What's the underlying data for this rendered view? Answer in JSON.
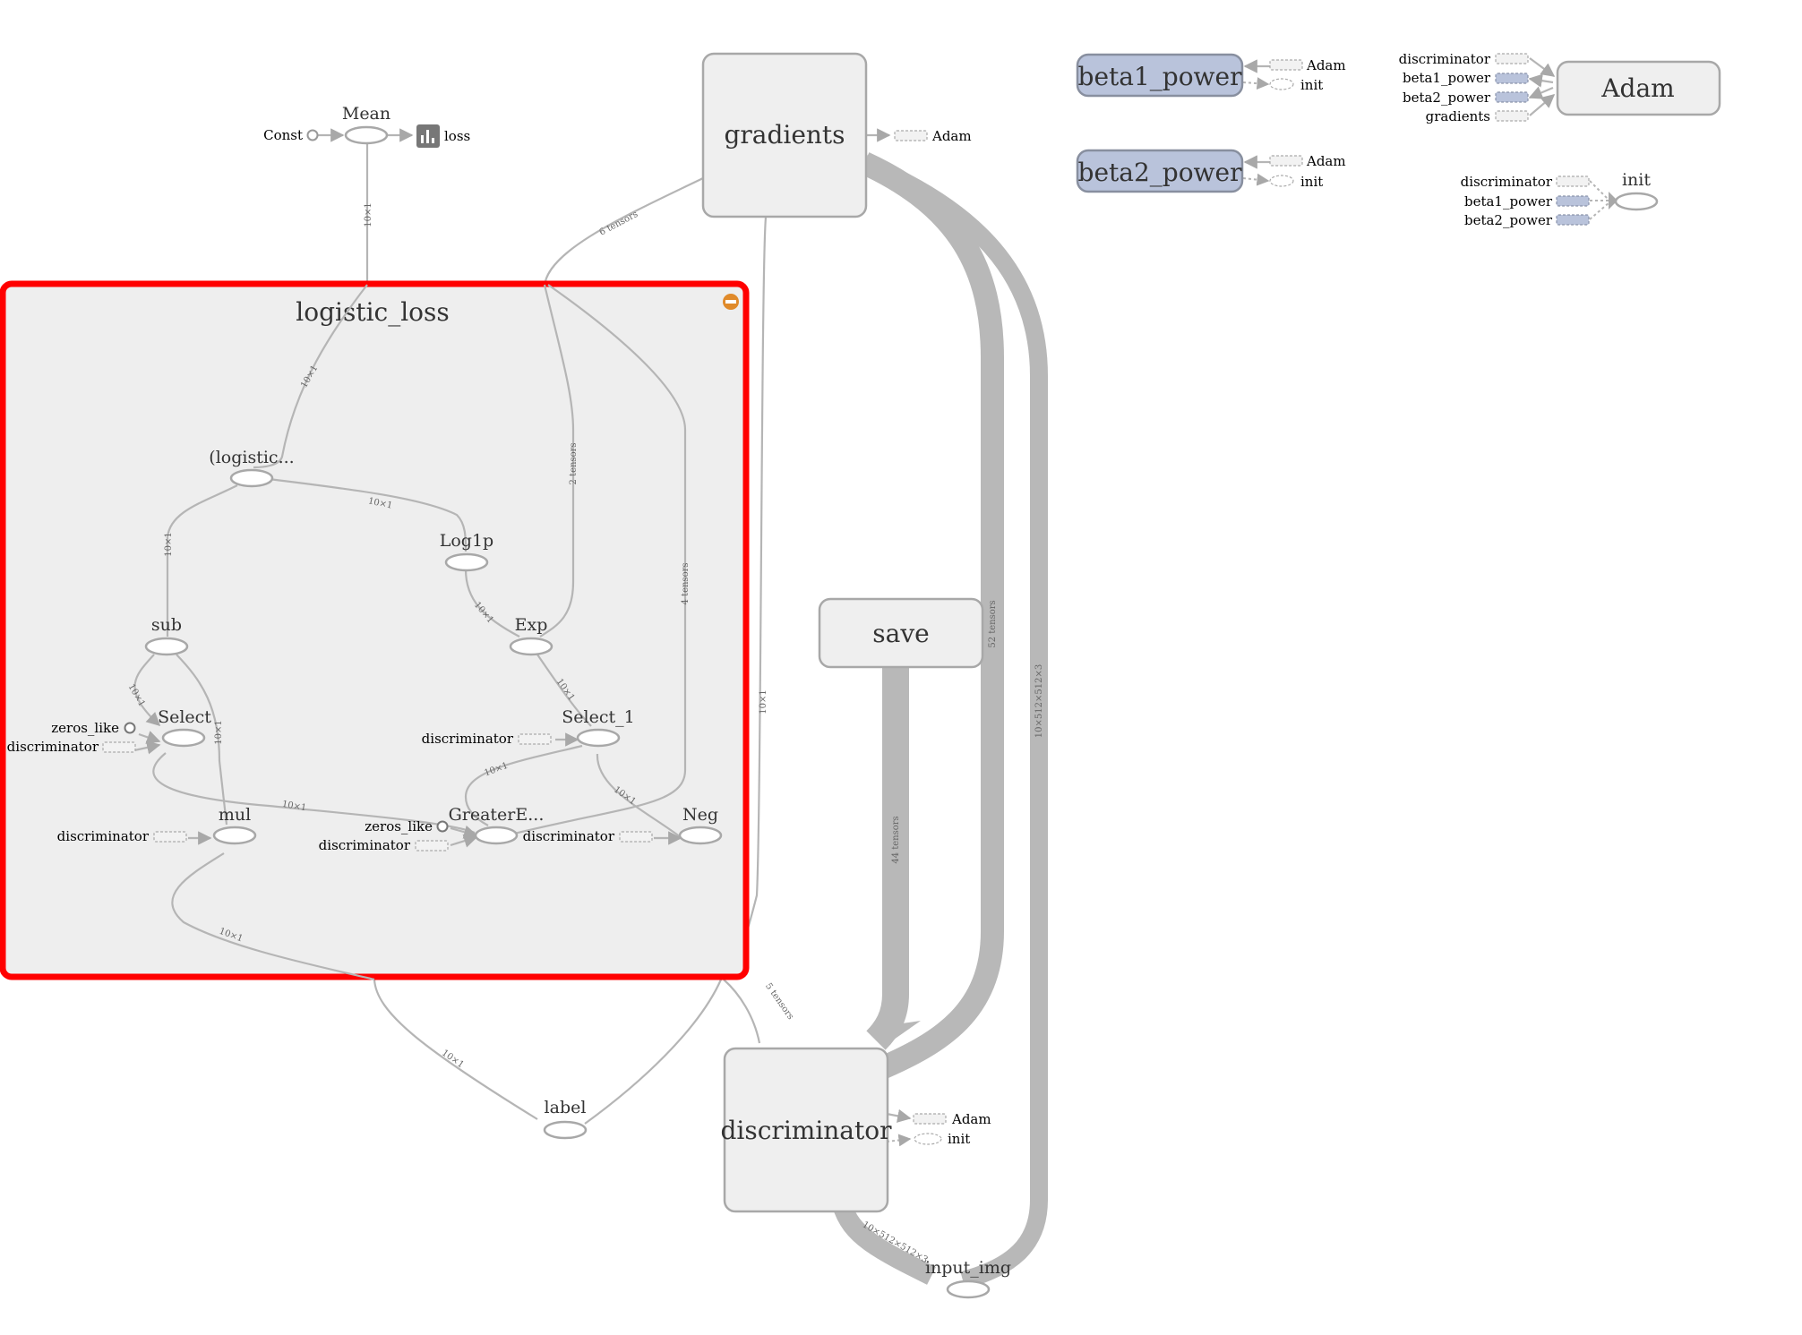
{
  "colors": {
    "selection_border": "#ff0000",
    "group_fill": "#efefef",
    "variable_fill": "#b9c3db",
    "edge": "#b5b5b5",
    "collapse_button": "#e08a2a"
  },
  "icons": {
    "summary": "bar-chart-icon",
    "collapse": "minus-circle-icon",
    "constant": "small-circle-icon"
  },
  "nodes": {
    "mean": "Mean",
    "const": "Const",
    "loss": "loss",
    "gradients": "gradients",
    "gradients_adam": "Adam",
    "beta1_power": "beta1_power",
    "beta1_adam": "Adam",
    "beta1_init": "init",
    "beta2_power": "beta2_power",
    "beta2_adam": "Adam",
    "beta2_init": "init",
    "adam": "Adam",
    "adam_in_discriminator": "discriminator",
    "adam_in_beta1": "beta1_power",
    "adam_in_beta2": "beta2_power",
    "adam_in_gradients": "gradients",
    "init": "init",
    "init_in_discriminator": "discriminator",
    "init_in_beta1": "beta1_power",
    "init_in_beta2": "beta2_power",
    "logistic_loss": "logistic_loss",
    "logistic": "(logistic...",
    "log1p": "Log1p",
    "sub": "sub",
    "exp": "Exp",
    "select": "Select",
    "select_zeros": "zeros_like",
    "select_disc": "discriminator",
    "select_1": "Select_1",
    "select_1_disc": "discriminator",
    "mul": "mul",
    "mul_disc": "discriminator",
    "greater": "GreaterE...",
    "greater_zeros": "zeros_like",
    "greater_disc": "discriminator",
    "neg": "Neg",
    "neg_disc": "discriminator",
    "save": "save",
    "discriminator": "discriminator",
    "disc_adam": "Adam",
    "disc_init": "init",
    "label": "label",
    "input_img": "input_img"
  },
  "edge_labels": {
    "mean_to_loss": "10×1",
    "grad_6": "6 tensors",
    "inner_top": "10×1",
    "logistic_log1p": "10×1",
    "logistic_sub": "10×1",
    "log1p_exp": "10×1",
    "grad_2": "2 tensors",
    "grad_4": "4 tensors",
    "grad_10": "10×1",
    "exp_select1": "10×1",
    "sub_select": "10×1",
    "sub_mul": "10×1",
    "select1_greater": "10×1",
    "select_greater": "10×1",
    "select1_neg": "10×1",
    "mul_out": "10×1",
    "disc_5": "5 tensors",
    "label_edge": "10×1",
    "save_44": "44 tensors",
    "grad_52": "52 tensors",
    "input_big": "10×512×512×3",
    "input_disc": "10×512×512×3"
  }
}
